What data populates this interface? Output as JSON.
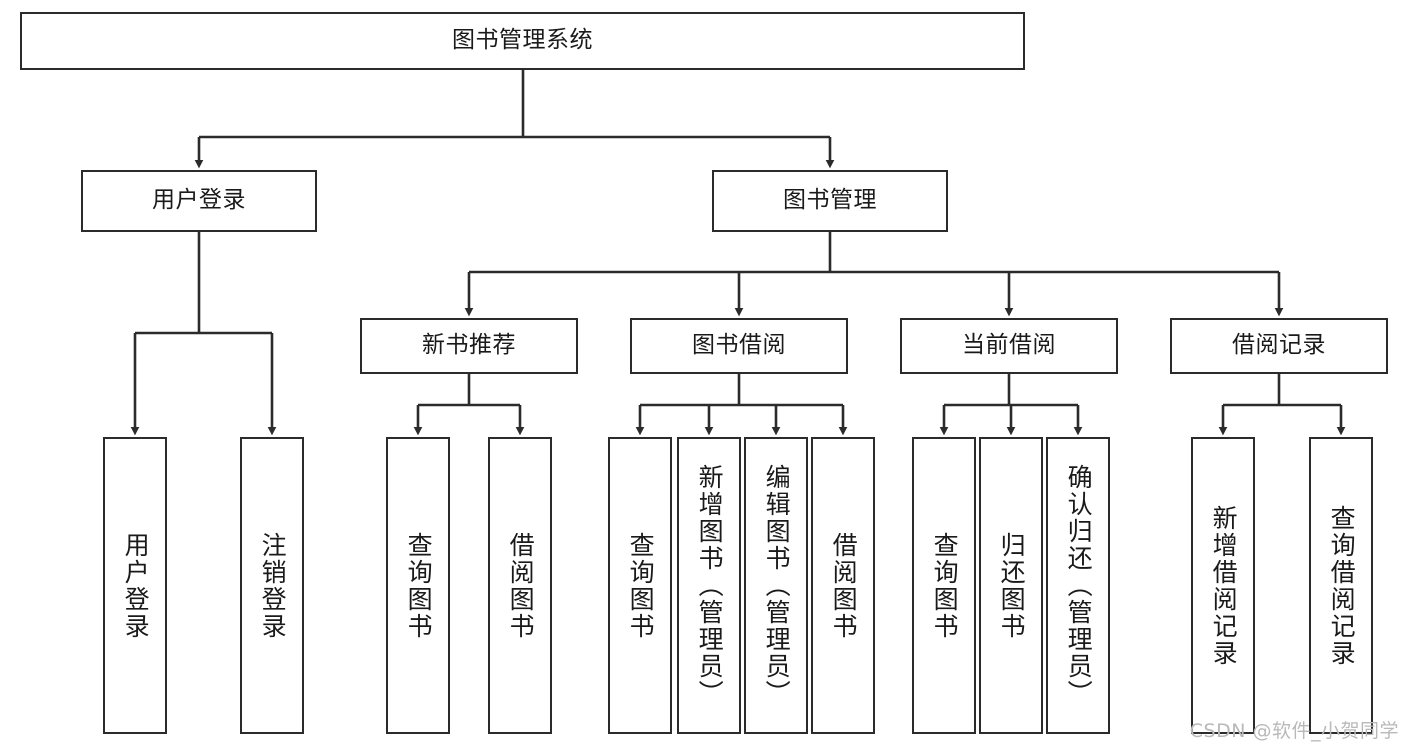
{
  "diagram": {
    "title": "图书管理系统",
    "type": "tree-hierarchy",
    "background_color": "#ffffff",
    "line_color": "#2b2b2b",
    "text_color": "#1a1a1a"
  },
  "root": {
    "label": "图书管理系统"
  },
  "level1": [
    {
      "label": "用户登录"
    },
    {
      "label": "图书管理"
    }
  ],
  "level2": [
    {
      "label": "新书推荐"
    },
    {
      "label": "图书借阅"
    },
    {
      "label": "当前借阅"
    },
    {
      "label": "借阅记录"
    }
  ],
  "leaves": {
    "user_login": [
      {
        "label": "用户登录"
      },
      {
        "label": "注销登录"
      }
    ],
    "new_book_recommend": [
      {
        "label": "查询图书"
      },
      {
        "label": "借阅图书"
      }
    ],
    "book_borrow": [
      {
        "label": "查询图书"
      },
      {
        "label": "新增图书（管理员）"
      },
      {
        "label": "编辑图书（管理员）"
      },
      {
        "label": "借阅图书"
      }
    ],
    "current_borrow": [
      {
        "label": "查询图书"
      },
      {
        "label": "归还图书"
      },
      {
        "label": "确认归还（管理员）"
      }
    ],
    "borrow_record": [
      {
        "label": "新增借阅记录"
      },
      {
        "label": "查询借阅记录"
      }
    ]
  },
  "watermark": {
    "text": "CSDN @软件_小贺同学"
  }
}
